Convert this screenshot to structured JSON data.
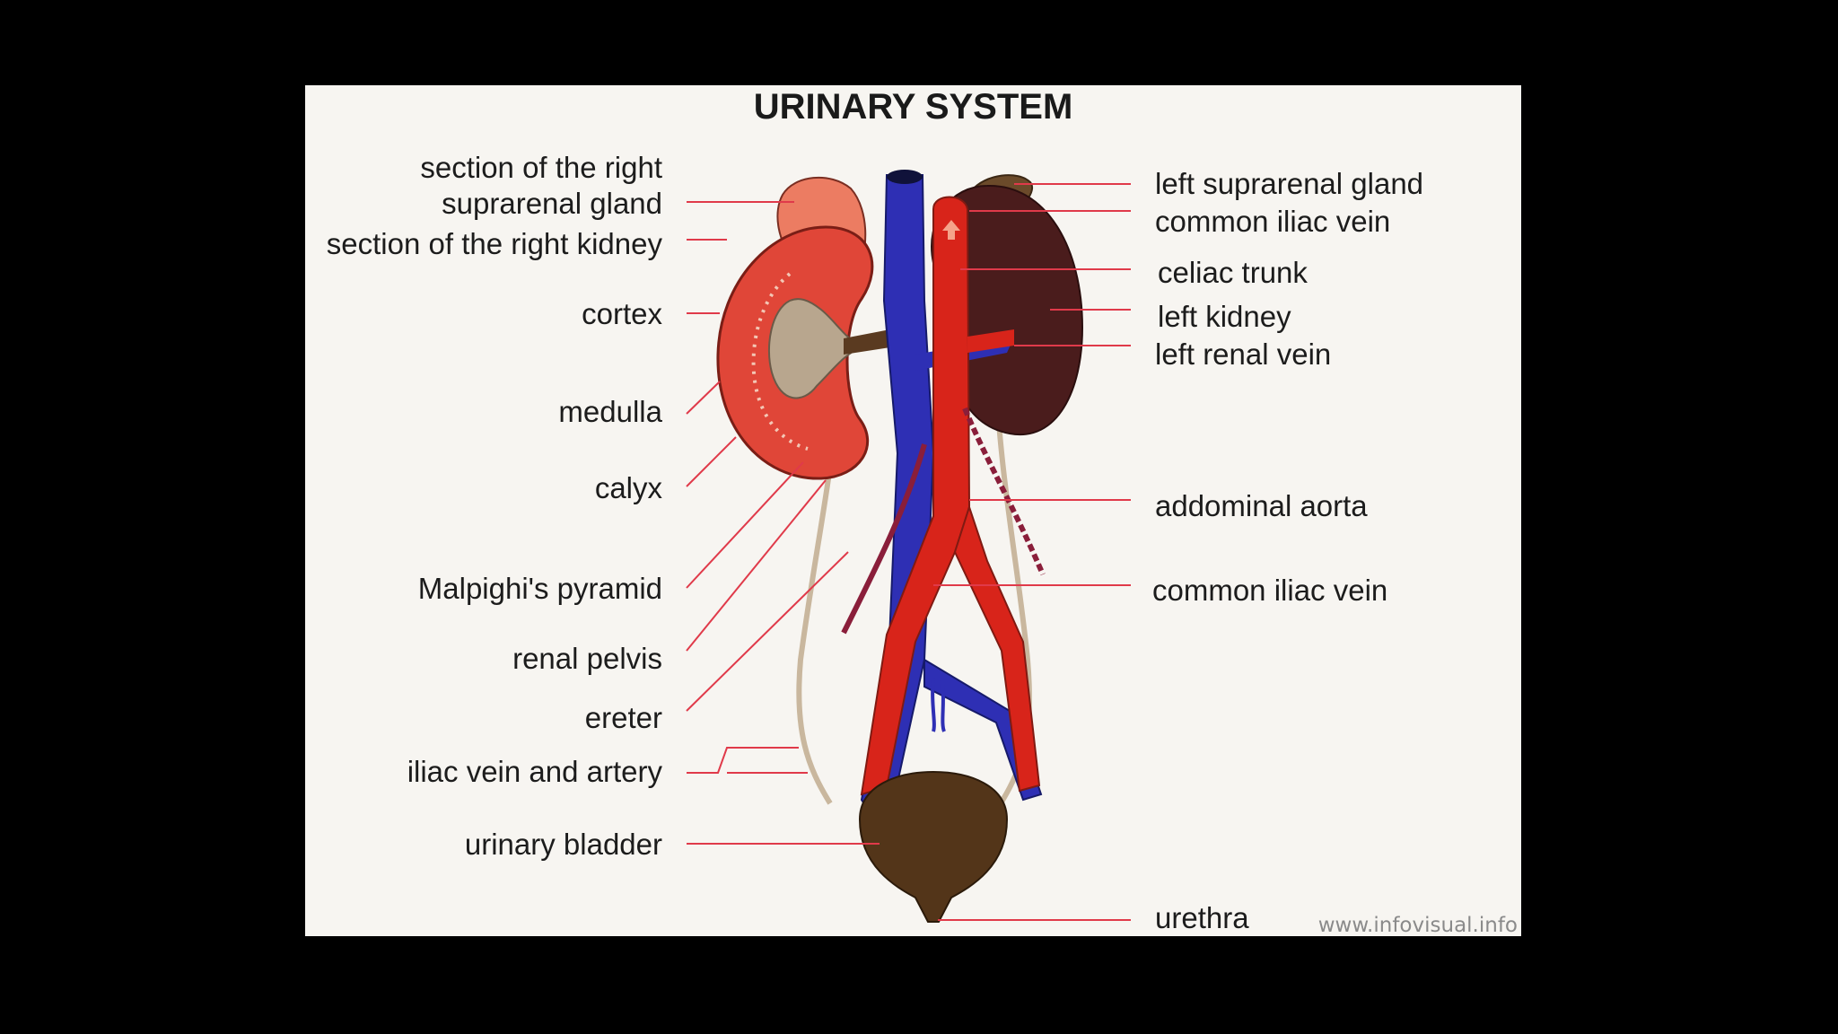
{
  "title": "URINARY SYSTEM",
  "watermark": "www.infovisual.info",
  "colors": {
    "vein": "#2e2fb4",
    "artery": "#d8241a",
    "kidney_section": "#e04638",
    "left_kidney": "#4a1c1c",
    "bladder": "#533519",
    "gland": "#ec7c62",
    "leader_line": "#e03a4a",
    "ureter": "#c9b79e"
  },
  "labels_left": [
    "section of the right\nsuprarenal gland",
    "section of the right kidney",
    "cortex",
    "medulla",
    "calyx",
    "Malpighi's pyramid",
    "renal pelvis",
    "ereter",
    "iliac vein and artery",
    "urinary bladder"
  ],
  "labels_right": [
    "left suprarenal gland",
    "common iliac vein",
    "celiac trunk",
    "left kidney",
    "left renal vein",
    "addominal aorta",
    "common iliac vein",
    "urethra"
  ]
}
